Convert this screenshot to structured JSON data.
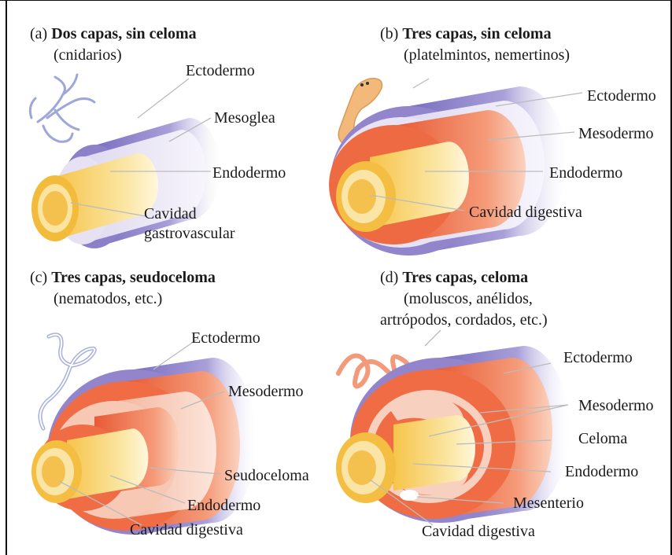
{
  "panels": [
    {
      "letter": "(a)",
      "title": "Dos capas, sin celoma",
      "subtitle": "(cnidarios)",
      "labels": {
        "ectoderm": "Ectodermo",
        "mesoglea": "Mesoglea",
        "endoderm": "Endodermo",
        "cavity_line1": "Cavidad",
        "cavity_line2": "gastrovascular"
      }
    },
    {
      "letter": "(b)",
      "title": "Tres capas, sin celoma",
      "subtitle": "(platelmintos, nemertinos)",
      "labels": {
        "ectoderm": "Ectodermo",
        "mesoderm": "Mesodermo",
        "endoderm": "Endodermo",
        "cavity": "Cavidad digestiva"
      }
    },
    {
      "letter": "(c)",
      "title": "Tres capas, seudoceloma",
      "subtitle": "(nematodos, etc.)",
      "labels": {
        "ectoderm": "Ectodermo",
        "mesoderm": "Mesodermo",
        "pseudocoelom": "Seudoceloma",
        "endoderm": "Endodermo",
        "cavity": "Cavidad digestiva"
      }
    },
    {
      "letter": "(d)",
      "title": "Tres capas, celoma",
      "subtitle_line1": "(moluscos, anélidos,",
      "subtitle_line2": "artrópodos, cordados, etc.)",
      "labels": {
        "ectoderm": "Ectodermo",
        "mesoderm": "Mesodermo",
        "coelom": "Celoma",
        "endoderm": "Endodermo",
        "mesentery": "Mesenterio",
        "cavity": "Cavidad digestiva"
      }
    }
  ],
  "colors": {
    "ectoderm": "#9b8fd0",
    "mesoglea": "#e8e4f2",
    "mesoderm": "#f08058",
    "endoderm": "#f5d878",
    "cavity": "#f7c85a",
    "frame": "#111111"
  }
}
